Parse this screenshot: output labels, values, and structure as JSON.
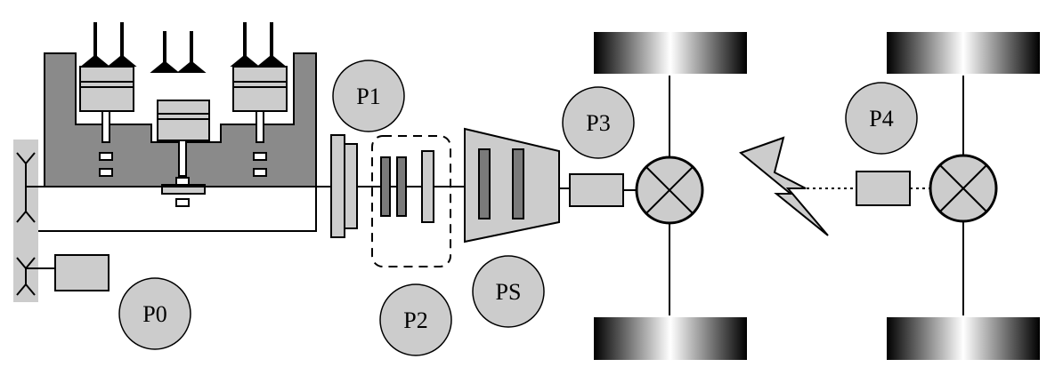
{
  "labels": {
    "p0": "P0",
    "p1": "P1",
    "p2": "P2",
    "p3": "P3",
    "p4": "P4",
    "ps": "PS"
  },
  "colors": {
    "housing": "#8a8a8a",
    "component": "#cccccc",
    "plate": "#7a7a7a",
    "badge": "#cccccc",
    "pulley_strip": "#cccccc",
    "line": "#000000",
    "background": "#ffffff"
  },
  "icons": {
    "lightning": "lightning-bolt-icon",
    "differential": "differential-cross-icon"
  }
}
